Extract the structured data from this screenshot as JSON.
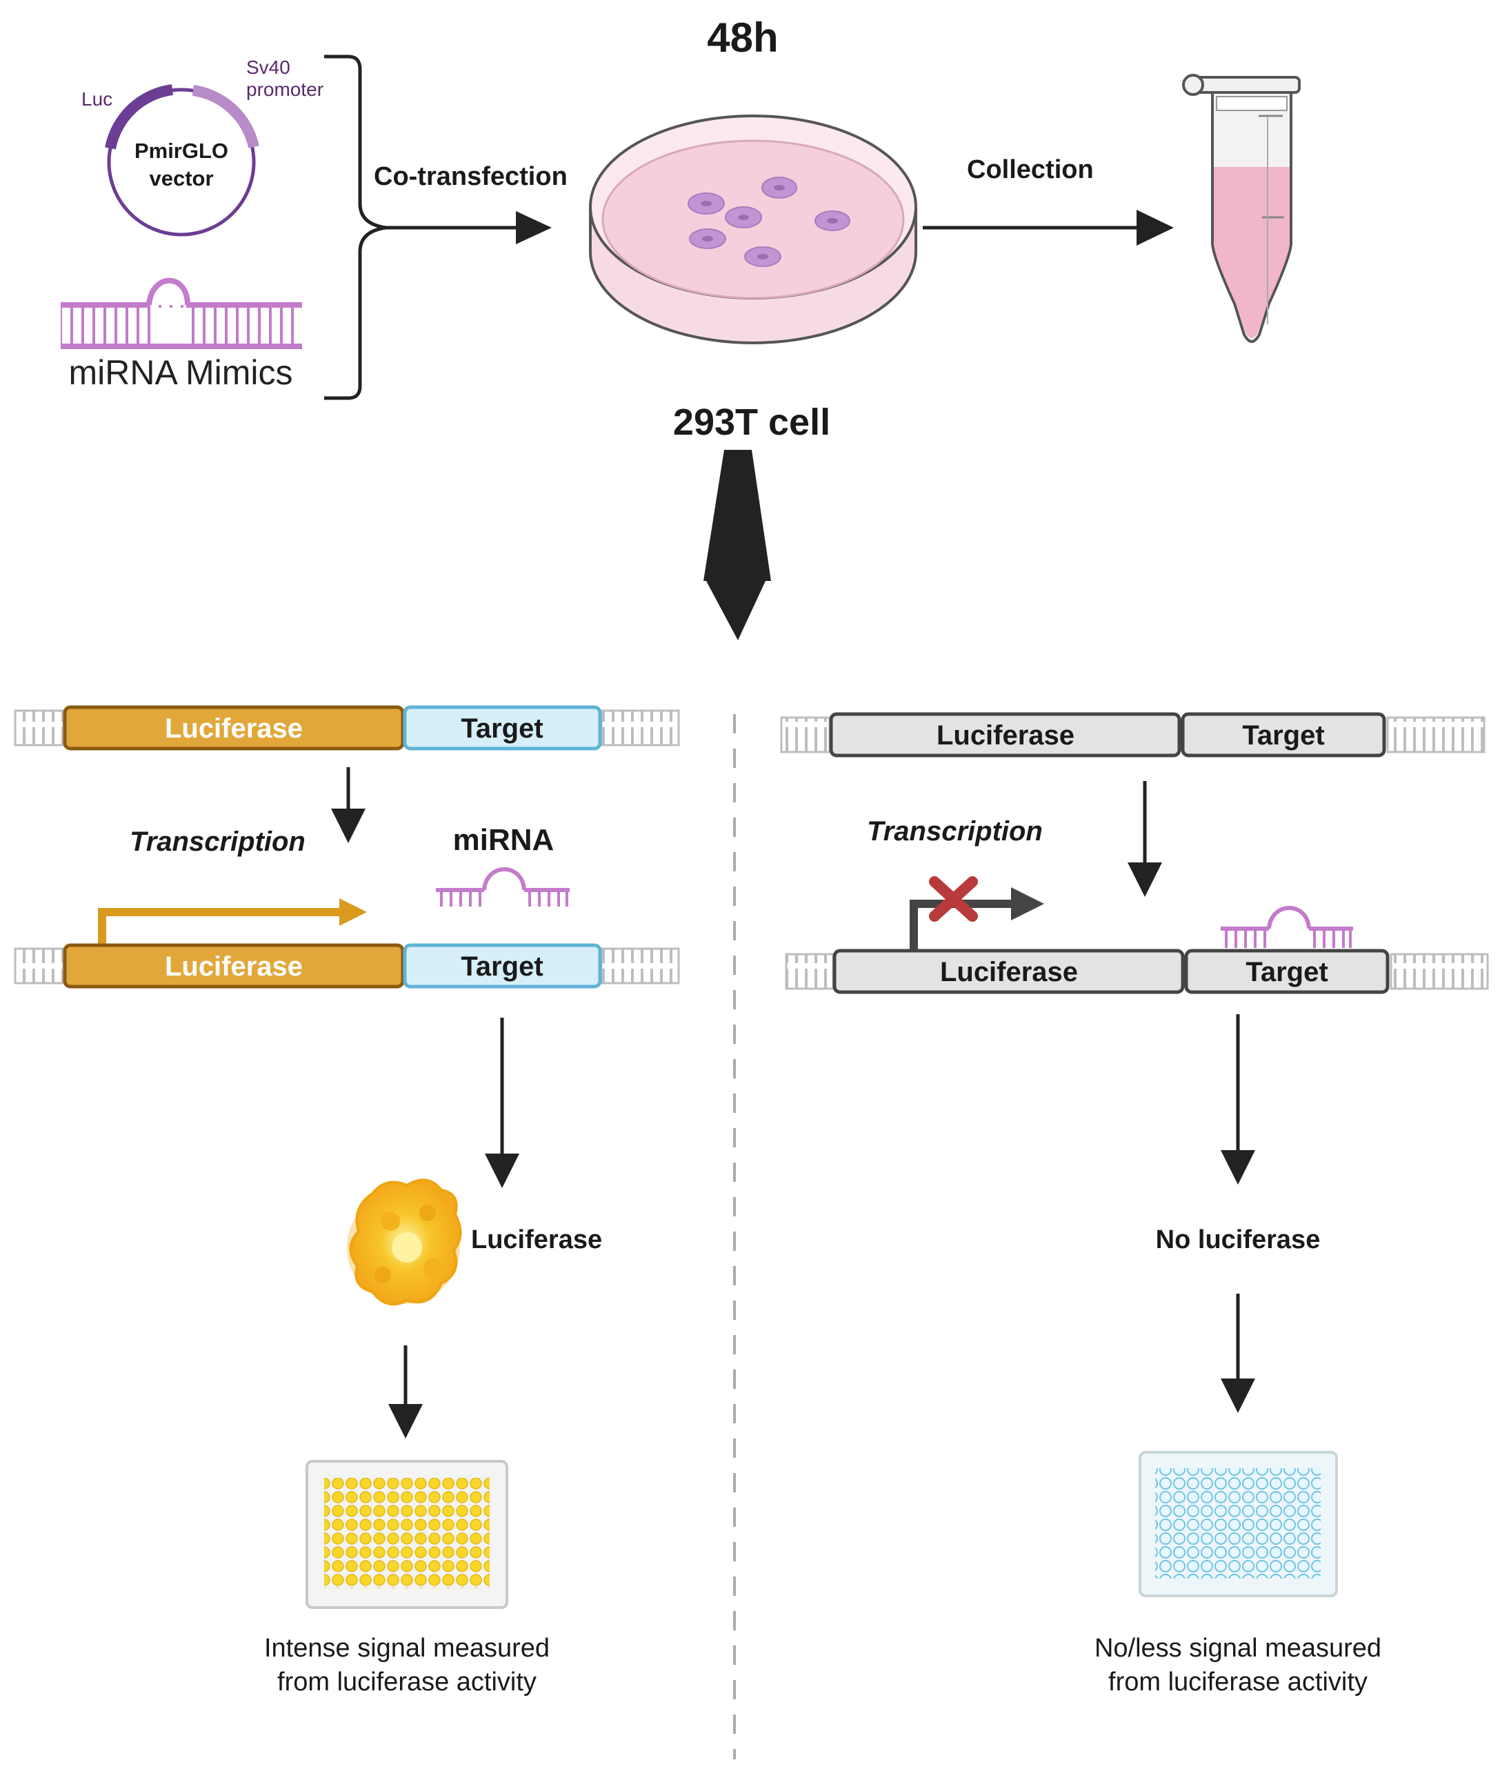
{
  "top": {
    "time": "48h",
    "cell": "293T cell",
    "cotransfection": "Co-transfection",
    "collection": "Collection"
  },
  "vector": {
    "name_line1": "PmirGLO",
    "name_line2": "vector",
    "luc": "Luc",
    "sv40_line1": "Sv40",
    "sv40_line2": "promoter"
  },
  "mimics": "miRNA Mimics",
  "left": {
    "luciferase_label": "Luciferase",
    "target_label": "Target",
    "transcription": "Transcription",
    "mirna": "miRNA",
    "protein": "Luciferase",
    "caption_line1": "Intense signal measured",
    "caption_line2": "from luciferase activity"
  },
  "right": {
    "luciferase_label": "Luciferase",
    "target_label": "Target",
    "transcription": "Transcription",
    "no_luciferase": "No luciferase",
    "caption_line1": "No/less signal measured",
    "caption_line2": "from luciferase activity"
  },
  "colors": {
    "luciferase_gold": "#e2a73a",
    "target_blue": "#d6eff8",
    "target_border": "#5fb3d6",
    "gray_box": "#e3e3e3",
    "mirna_pink": "#c37bcc",
    "plasmid_purple": "#6b3d95",
    "plasmid_light": "#b78bc7",
    "dish_pink": "#f6cfdc",
    "cell_purple": "#c294d4",
    "tube_pink": "#f1b6c8",
    "arrow_gold": "#d99a1f",
    "cross_red": "#b83a3a",
    "well_yellow": "#f8d62a",
    "well_blue": "#bde6f6"
  }
}
